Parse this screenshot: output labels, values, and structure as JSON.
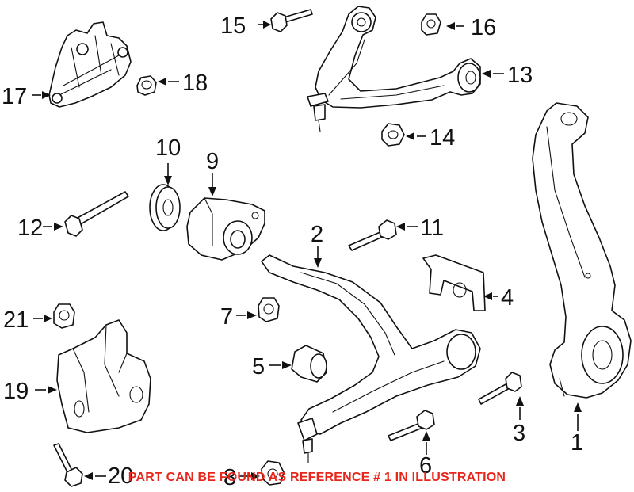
{
  "callouts": {
    "c1": "1",
    "c2": "2",
    "c3": "3",
    "c4": "4",
    "c5": "5",
    "c6": "6",
    "c7": "7",
    "c8": "8",
    "c9": "9",
    "c10": "10",
    "c11": "11",
    "c12": "12",
    "c13": "13",
    "c14": "14",
    "c15": "15",
    "c16": "16",
    "c17": "17",
    "c18": "18",
    "c19": "19",
    "c20": "20",
    "c21": "21"
  },
  "notice": "PART CAN BE FOUND AS REFERENCE # 1 IN ILLUSTRATION",
  "colors": {
    "notice": "#e8261c",
    "lines": "#111111",
    "background": "#ffffff"
  }
}
